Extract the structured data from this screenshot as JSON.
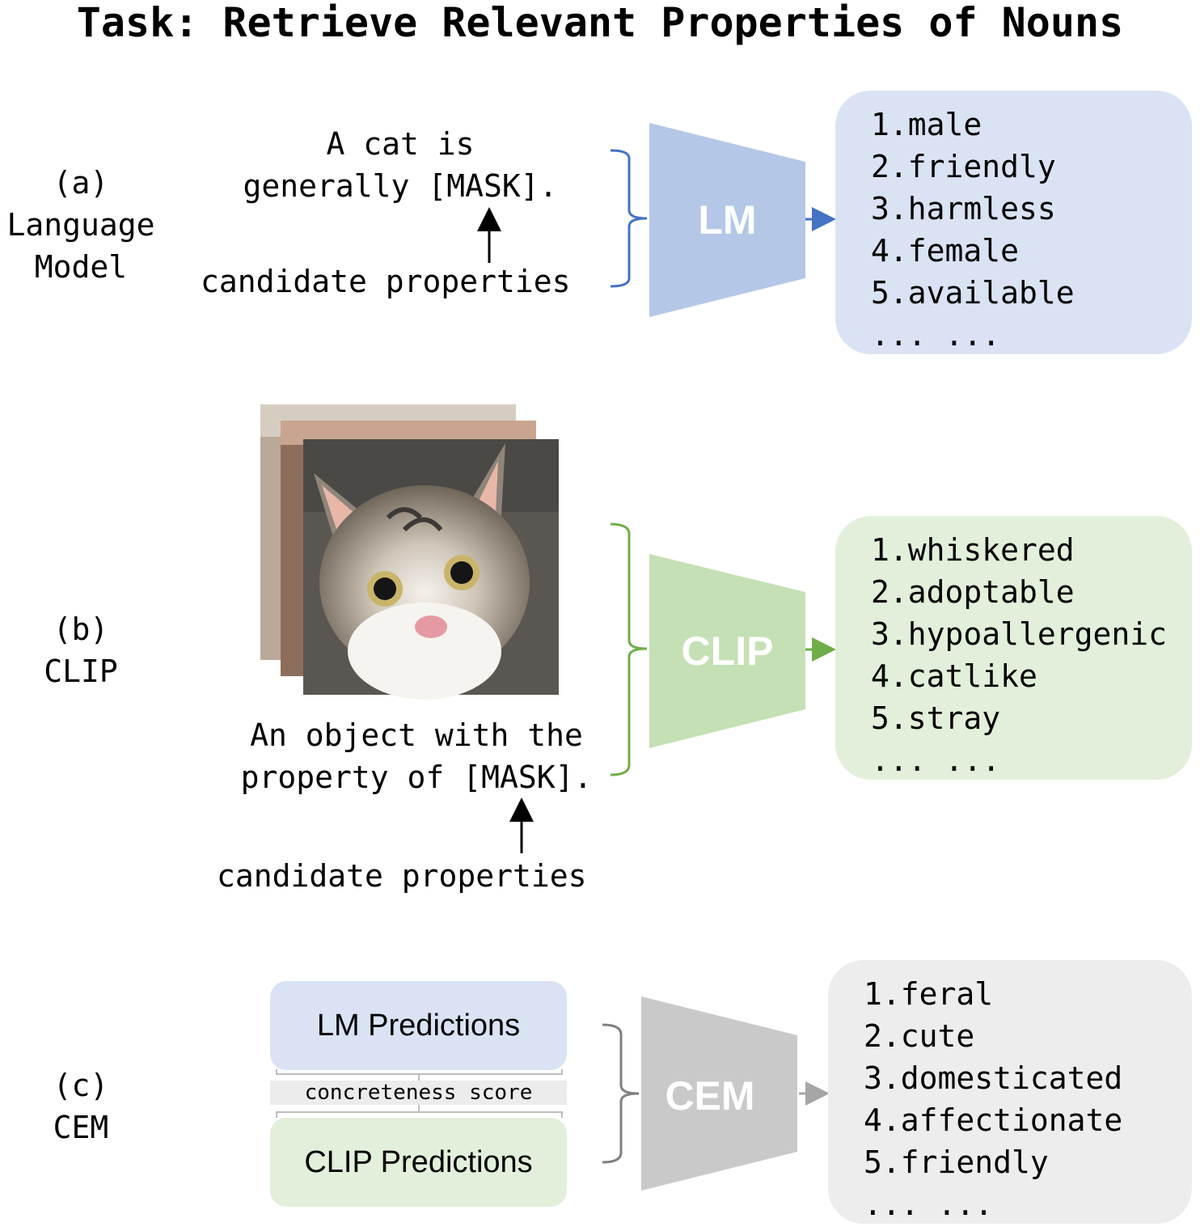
{
  "title": "Task: Retrieve Relevant Properties of Nouns",
  "colors": {
    "lm_blue": "#b4c7e7",
    "lm_result_bg": "#dae3f3",
    "lm_arrow": "#4472c4",
    "clip_green": "#c5e0b4",
    "clip_result_bg": "#e2efda",
    "clip_arrow": "#70ad47",
    "cem_gray": "#c9c9c9",
    "cem_result_bg": "#ededed",
    "cem_arrow": "#a6a6a6"
  },
  "section_a": {
    "label_line1": "(a)",
    "label_line2": "Language",
    "label_line3": "Model",
    "prompt_line1": "A cat is",
    "prompt_line2": "generally [MASK].",
    "candidates": "candidate properties",
    "model": "LM",
    "results": [
      "1.male",
      "2.friendly",
      "3.harmless",
      "4.female",
      "5.available",
      "... ..."
    ]
  },
  "section_b": {
    "label_line1": "(b)",
    "label_line2": "CLIP",
    "image_icon": "cat-photo-stack",
    "prompt_line1": "An object with the",
    "prompt_line2": "property of [MASK].",
    "candidates": "candidate properties",
    "model": "CLIP",
    "results": [
      "1.whiskered",
      "2.adoptable",
      "3.hypoallergenic",
      "4.catlike",
      "5.stray",
      "... ..."
    ]
  },
  "section_c": {
    "label_line1": "(c)",
    "label_line2": "CEM",
    "lm_predictions": "LM Predictions",
    "score": "concreteness score",
    "clip_predictions": "CLIP Predictions",
    "model": "CEM",
    "results": [
      "1.feral",
      "2.cute",
      "3.domesticated",
      "4.affectionate",
      "5.friendly",
      "... ..."
    ]
  }
}
